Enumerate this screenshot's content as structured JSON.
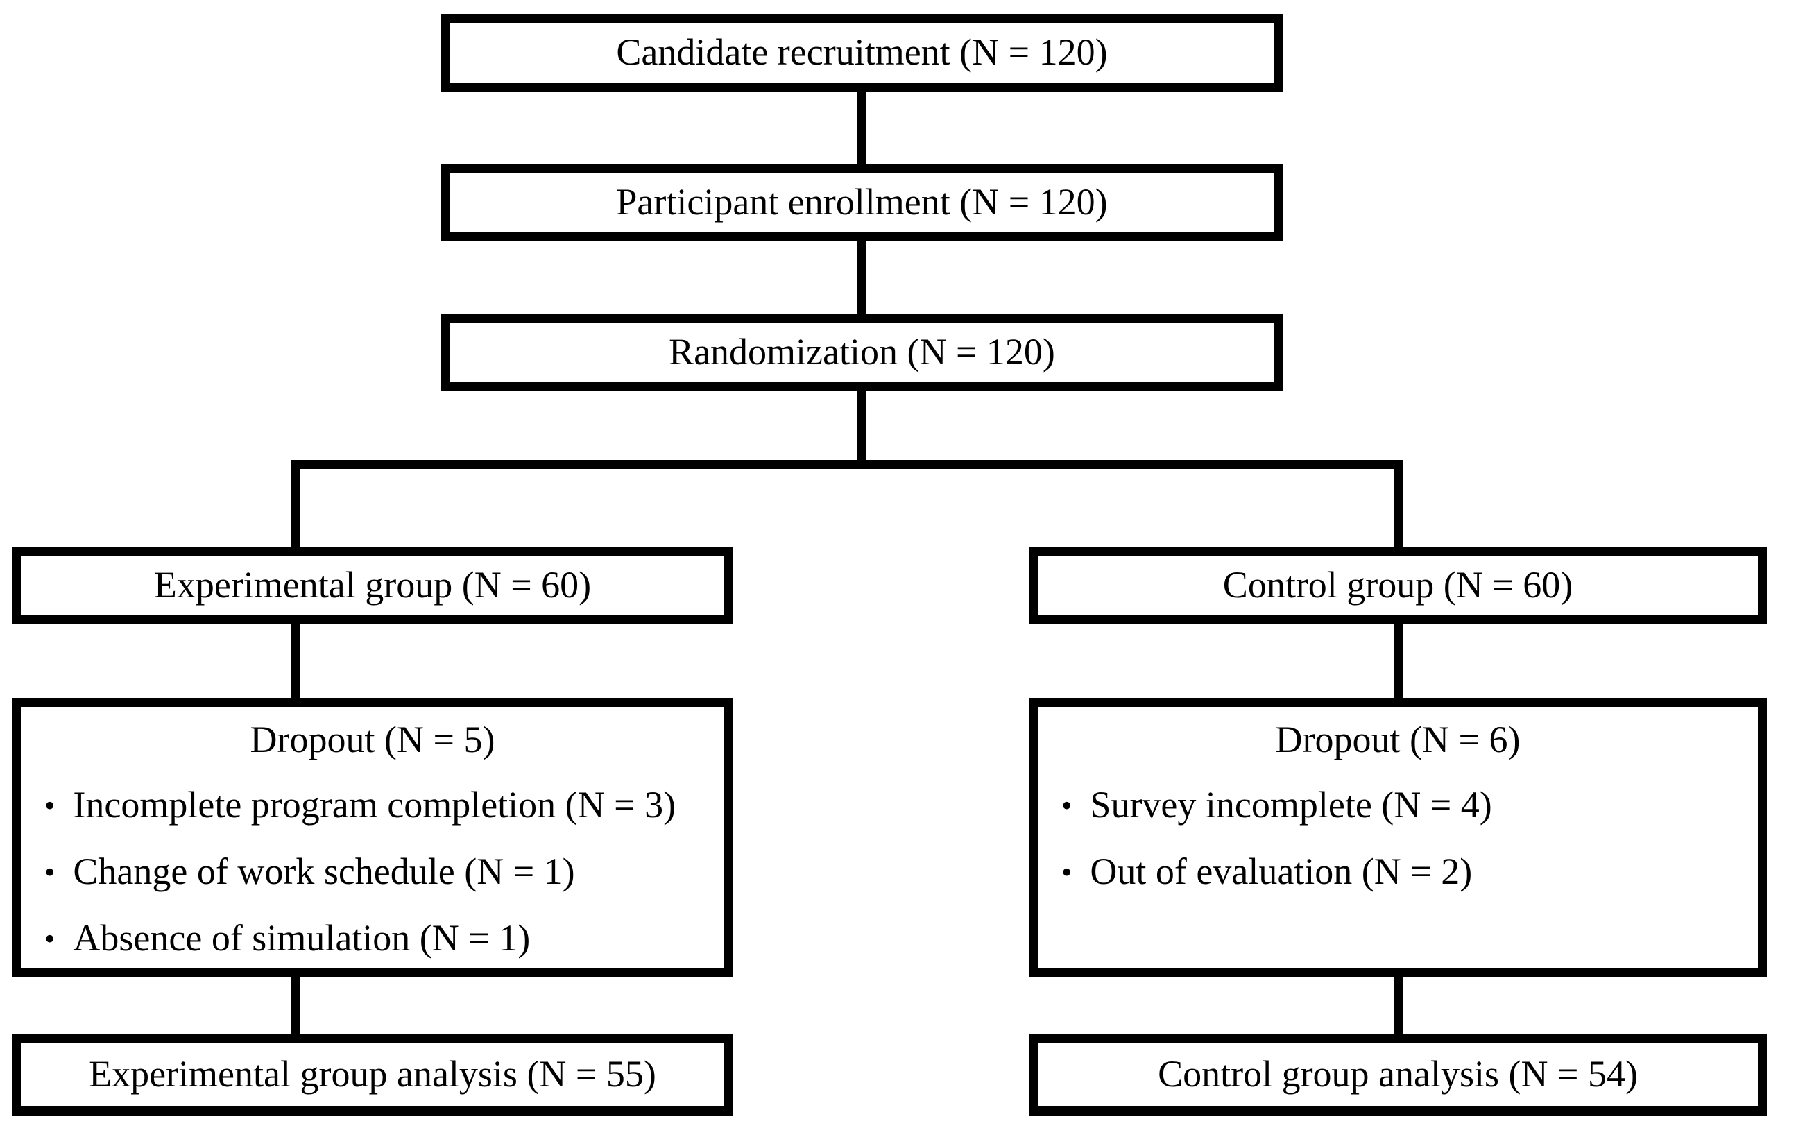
{
  "diagram": {
    "type": "flowchart",
    "background_color": "#ffffff",
    "line_color": "#000000",
    "bullet": "•",
    "boxes": {
      "candidate_recruitment": {
        "label": "Candidate recruitment (N = 120)"
      },
      "participant_enrollment": {
        "label": "Participant enrollment (N = 120)"
      },
      "randomization": {
        "label": "Randomization (N = 120)"
      },
      "experimental_group": {
        "label": "Experimental group (N = 60)"
      },
      "control_group": {
        "label": "Control group (N = 60)"
      },
      "experimental_dropout": {
        "title": "Dropout (N = 5)",
        "items": [
          "Incomplete program completion (N = 3)",
          "Change of work schedule (N = 1)",
          "Absence of simulation (N = 1)"
        ]
      },
      "control_dropout": {
        "title": "Dropout (N = 6)",
        "items": [
          "Survey incomplete (N = 4)",
          "Out of evaluation (N = 2)"
        ]
      },
      "experimental_analysis": {
        "label": "Experimental group analysis (N = 55)"
      },
      "control_analysis": {
        "label": "Control group analysis (N = 54)"
      }
    }
  }
}
